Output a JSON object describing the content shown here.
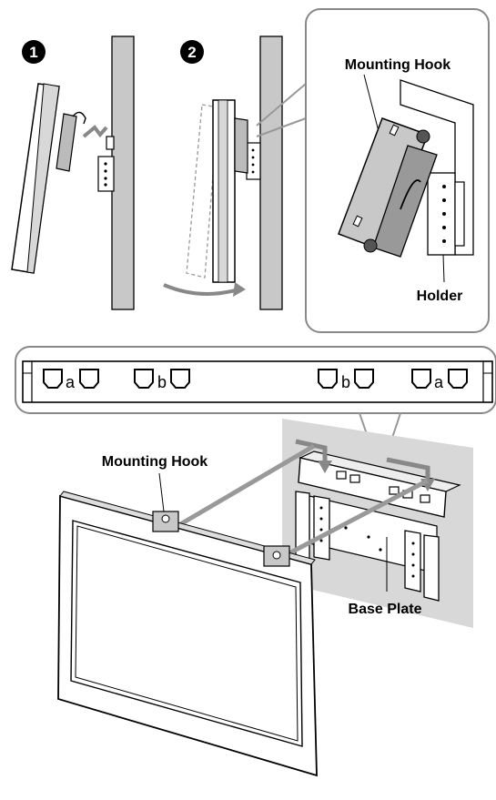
{
  "steps": {
    "one": "1",
    "two": "2"
  },
  "labels": {
    "mounting_hook_top": "Mounting Hook",
    "holder": "Holder",
    "mounting_hook_bottom": "Mounting Hook",
    "base_plate": "Base Plate"
  },
  "slots": {
    "a1": "a",
    "b1": "b",
    "b2": "b",
    "a2": "a"
  }
}
